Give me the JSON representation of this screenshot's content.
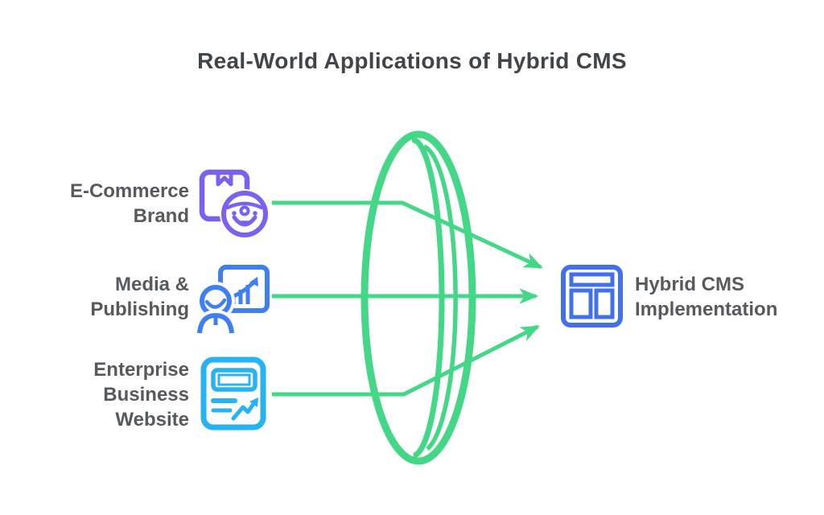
{
  "title": "Real-World Applications of Hybrid CMS",
  "sources": [
    {
      "name": "E-Commerce Brand",
      "label_lines": [
        "E-Commerce",
        "Brand"
      ],
      "icon": "package-smiley-face-icon"
    },
    {
      "name": "Media & Publishing",
      "label_lines": [
        "Media &",
        "Publishing"
      ],
      "icon": "presenter-chart-icon"
    },
    {
      "name": "Enterprise Business Website",
      "label_lines": [
        "Enterprise",
        "Business",
        "Website"
      ],
      "icon": "webpage-growth-icon"
    }
  ],
  "target": {
    "name": "Hybrid CMS Implementation",
    "label_lines": [
      "Hybrid CMS",
      "Implementation"
    ],
    "icon": "website-layout-icon"
  },
  "lens": {
    "shape": "converging-lens",
    "description": "three inputs focused through lens into one output"
  },
  "colors": {
    "green": "#43D787",
    "purple": "#7B61F0",
    "blue": "#3F7FF2",
    "cyan": "#27B2F2",
    "royal-blue": "#4170EA",
    "title-text": "#414549",
    "label-text": "#565A5F",
    "background": "#FFFFFF"
  }
}
